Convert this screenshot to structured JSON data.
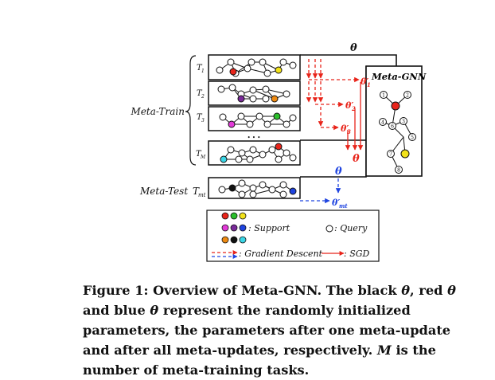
{
  "labels": {
    "meta_train": "Meta-Train",
    "meta_test": "Meta-Test",
    "meta_test_task": "T",
    "meta_test_sub": "mt",
    "meta_gnn": "Meta-GNN",
    "theta": "θ",
    "theta_mt": "θ′",
    "theta_mt_sub": "mt",
    "ellipsis": "• • •"
  },
  "tasks": [
    {
      "label": "T",
      "sub": "1",
      "prime": "θ′",
      "prime_sub": "1"
    },
    {
      "label": "T",
      "sub": "2",
      "prime": "θ′",
      "prime_sub": "2"
    },
    {
      "label": "T",
      "sub": "3",
      "prime": "θ′",
      "prime_sub": "3"
    },
    {
      "label": "T",
      "sub": "M"
    }
  ],
  "meta_gnn_nodes": [
    "1",
    "2",
    "3",
    "4",
    "5",
    "6",
    "7",
    "8"
  ],
  "legend": {
    "support": ": Support",
    "query": ": Query",
    "gradient_descent": ": Gradient Descent",
    "sgd": ": SGD"
  },
  "colors": {
    "red": "#e8241a",
    "blue": "#1f44e0",
    "orange": "#ee8a12",
    "yellow": "#f2e21a",
    "green": "#2bbf2b",
    "magenta": "#e23ad8",
    "purple": "#7a2a9a",
    "cyan": "#3ad6e6",
    "black": "#111111"
  },
  "caption": {
    "prefix": "Figure 1: Overview of Meta-GNN. The black ",
    "theta": "θ",
    "part2": ", red ",
    "part3": " and blue ",
    "part4": " represent the randomly initialized parameters, the parameters after one meta-update and after all meta-updates, respectively. ",
    "m": "M",
    "suffix": " is the number of meta-training tasks."
  }
}
